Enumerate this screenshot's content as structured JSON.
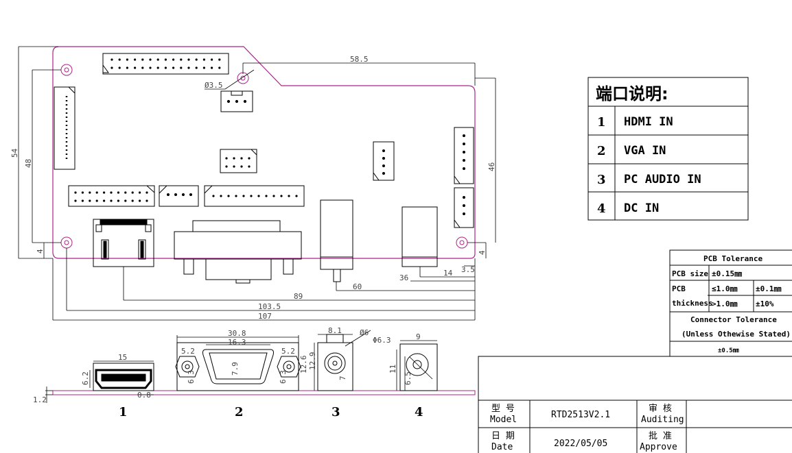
{
  "dimensions": {
    "d58_5": "58.5",
    "d3_5_hole": "Ø3.5",
    "d54": "54",
    "d48": "48",
    "d46": "46",
    "d4_left": "4",
    "d4_right": "4",
    "d3_5_right": "3.5",
    "d14": "14",
    "d36": "36",
    "d60": "60",
    "d89": "89",
    "d103_5": "103.5",
    "d107": "107",
    "d1_2": "1.2",
    "d15": "15",
    "d6_2": "6.2",
    "d0_8": "0.8",
    "d30_8": "30.8",
    "d16_3": "16.3",
    "d5_2_left": "5.2",
    "d5_2_right": "5.2",
    "d7_9": "7.9",
    "d6_3_vga_l": "6.3",
    "d6_3_vga_r": "6.3",
    "d12_6": "12.6",
    "d8_1": "8.1",
    "d6_audio": "Ø6",
    "d12_9": "12.9",
    "d7_audio": "7",
    "d6_3_dc": "Φ6.3",
    "d9_dc": "9",
    "d11_dc": "11",
    "d6_5_dc": "6.5"
  },
  "side_labels": [
    "1",
    "2",
    "3",
    "4"
  ],
  "port_table": {
    "title": "端口说明:",
    "rows": [
      {
        "num": "1",
        "name": "HDMI IN"
      },
      {
        "num": "2",
        "name": "VGA IN"
      },
      {
        "num": "3",
        "name": "PC AUDIO IN"
      },
      {
        "num": "4",
        "name": "DC IN"
      }
    ]
  },
  "tolerance": {
    "title": "PCB Tolerance",
    "size_label": "PCB size",
    "size_value": "±0.15㎜",
    "thickness_label_1": "PCB",
    "thickness_label_2": "thickness",
    "thin_cond": "≤1.0㎜",
    "thin_val": "±0.1㎜",
    "thick_cond": ">1.0㎜",
    "thick_val": "±10%",
    "conn_title_1": "Connector Tolerance",
    "conn_title_2": "(Unless Othewise Stated)",
    "conn_value": "±0.5㎜"
  },
  "title_block": {
    "model_cn": "型 号",
    "model_en": "Model",
    "model_value": "RTD2513V2.1",
    "audit_cn": "审 核",
    "audit_en": "Auditing",
    "date_cn": "日 期",
    "date_en": "Date",
    "date_value": "2022/05/05",
    "approve_cn": "批 准",
    "approve_en": "Approve"
  },
  "colors": {
    "line": "#000000",
    "pcb_outline": "#b0208a",
    "dim_text": "#444444"
  }
}
